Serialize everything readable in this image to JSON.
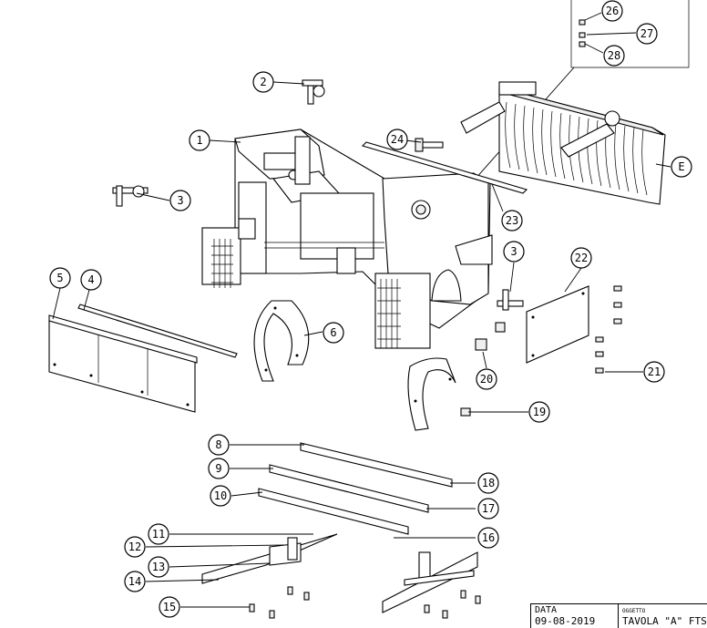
{
  "callouts": {
    "c1": "1",
    "c2": "2",
    "c3a": "3",
    "c3b": "3",
    "c4": "4",
    "c5": "5",
    "c6": "6",
    "c8": "8",
    "c9": "9",
    "c10": "10",
    "c11": "11",
    "c12": "12",
    "c13": "13",
    "c14": "14",
    "c15": "15",
    "c16": "16",
    "c17": "17",
    "c18": "18",
    "c19": "19",
    "c20": "20",
    "c21": "21",
    "c22": "22",
    "c23": "23",
    "c24": "24",
    "c26": "26",
    "c27": "27",
    "c28": "28",
    "cE": "E"
  },
  "title_block": {
    "date_label": "DATA",
    "date_value": "09-08-2019",
    "subject_label": "OGGETTO",
    "subject_value": "TAVOLA \"A\" FTS"
  }
}
